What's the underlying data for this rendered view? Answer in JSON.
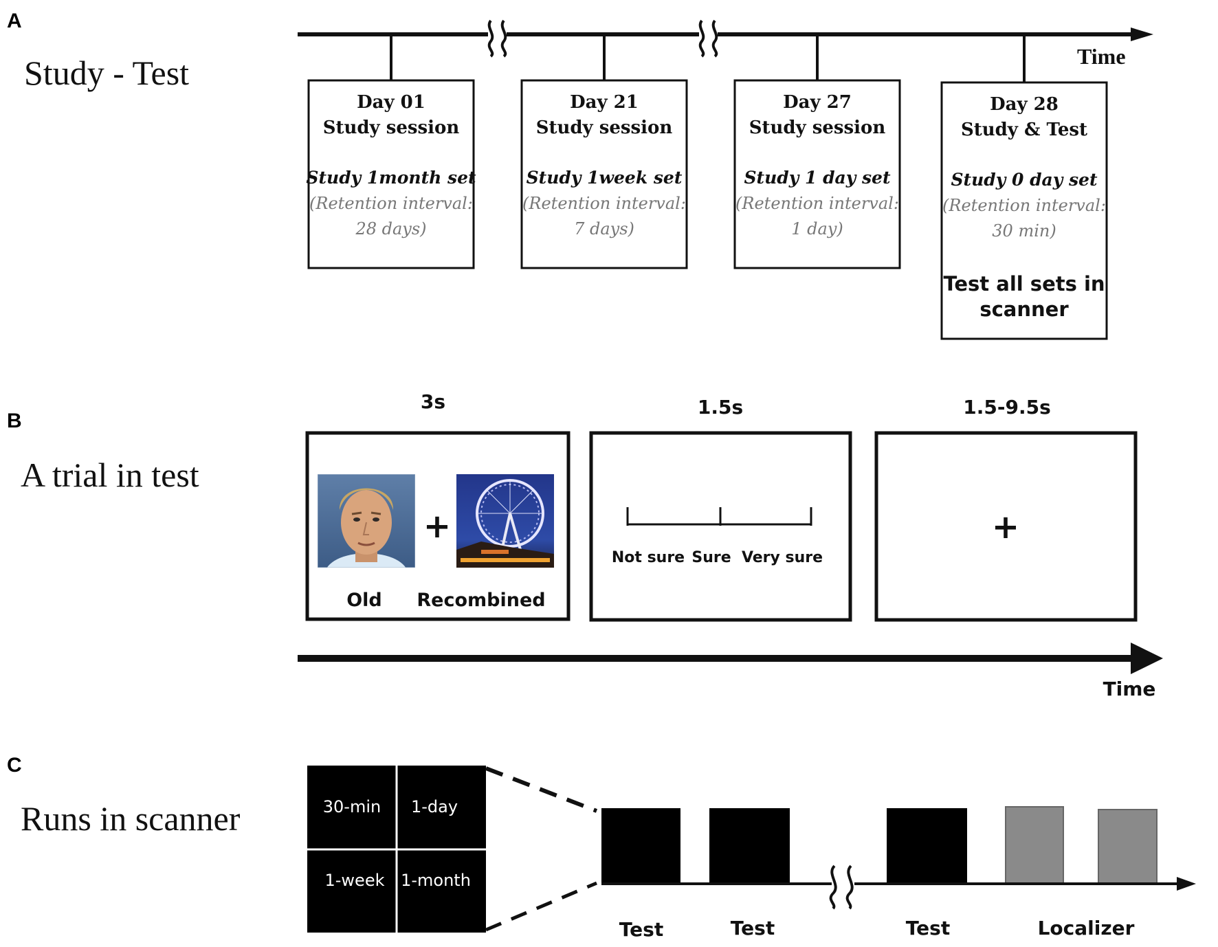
{
  "panels": {
    "a": {
      "letter": "A",
      "title": "Study - Test",
      "axis_label": "Time",
      "sessions": [
        {
          "day": "Day 01",
          "session": "Study session",
          "set": "Study 1month set",
          "retention_1": "(Retention interval:",
          "retention_2": "28 days)"
        },
        {
          "day": "Day 21",
          "session": "Study session",
          "set": "Study 1week set",
          "retention_1": "(Retention interval:",
          "retention_2": "7 days)"
        },
        {
          "day": "Day 27",
          "session": "Study session",
          "set": "Study 1 day set",
          "retention_1": "(Retention interval:",
          "retention_2": "1 day)"
        },
        {
          "day": "Day 28",
          "session": "Study  & Test",
          "set": "Study 0 day set",
          "retention_1": "(Retention interval:",
          "retention_2": "30 min)",
          "test_1": "Test all sets in",
          "test_2": "scanner"
        }
      ]
    },
    "b": {
      "letter": "B",
      "title": "A trial in test",
      "axis_label": "Time",
      "durations": [
        "3s",
        "1.5s",
        "1.5-9.5s"
      ],
      "stimulus": {
        "plus": "+",
        "left_label": "Old",
        "right_label": "Recombined"
      },
      "scale": {
        "left": "Not sure",
        "middle": "Sure",
        "right": "Very sure"
      },
      "fixation": "+"
    },
    "c": {
      "letter": "C",
      "title": "Runs in scanner",
      "grid": [
        "30-min",
        "1-day",
        "1-week",
        "1-month"
      ],
      "runs": [
        "Test",
        "Test",
        "Test",
        "Localizer"
      ],
      "colors": {
        "test_block": "#000000",
        "localizer_block": "#8a8a8a"
      }
    }
  }
}
